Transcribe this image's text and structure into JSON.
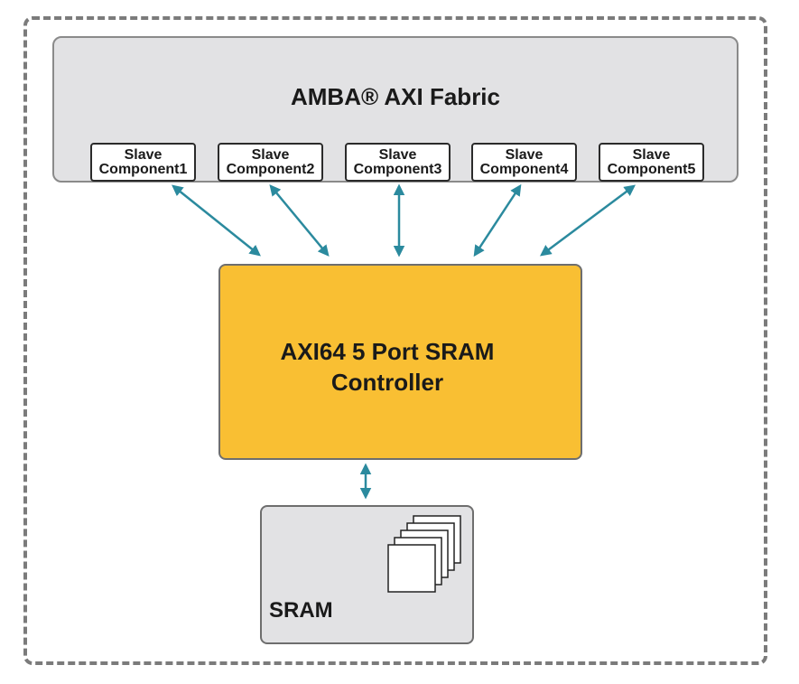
{
  "fabric": {
    "title": "AMBA® AXI Fabric",
    "slaves": [
      {
        "line1": "Slave",
        "line2": "Component1"
      },
      {
        "line1": "Slave",
        "line2": "Component2"
      },
      {
        "line1": "Slave",
        "line2": "Component3"
      },
      {
        "line1": "Slave",
        "line2": "Component4"
      },
      {
        "line1": "Slave",
        "line2": "Component5"
      }
    ]
  },
  "controller": {
    "line1": "AXI64 5 Port SRAM",
    "line2": "Controller",
    "color": "#f9bf33"
  },
  "sram": {
    "label": "SRAM"
  },
  "colors": {
    "arrow": "#2b8a9e",
    "box_fill": "#e2e2e4"
  },
  "icons": {
    "memory_stack": "stacked-pages-icon"
  }
}
